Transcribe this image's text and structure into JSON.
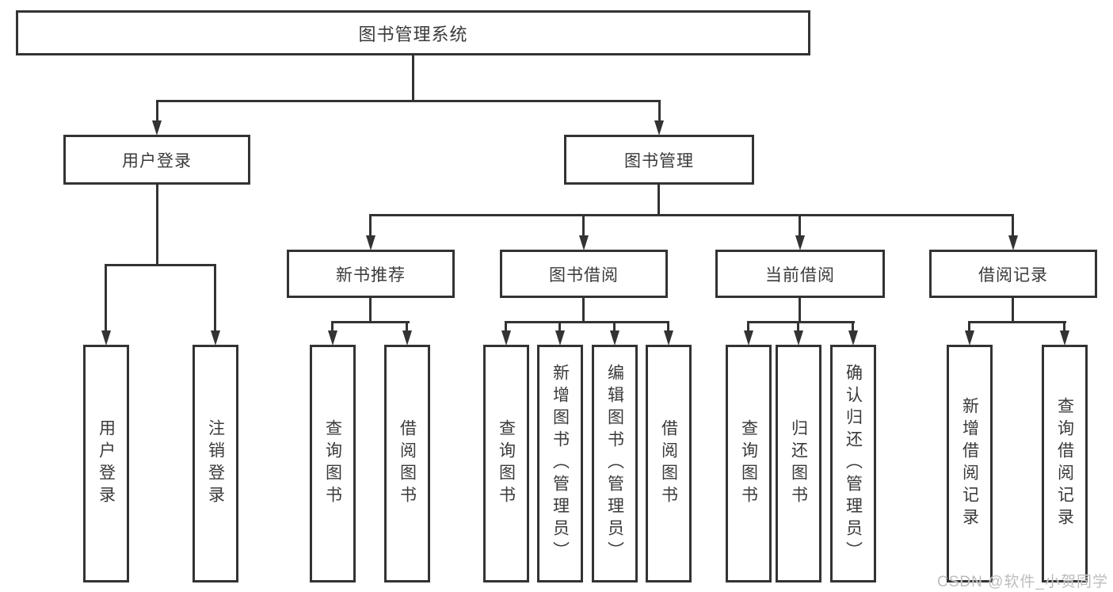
{
  "diagram": {
    "root": "图书管理系统",
    "level2": {
      "user_login": "用户登录",
      "book_management": "图书管理"
    },
    "level3": {
      "new_book_recommend": "新书推荐",
      "book_borrow": "图书借阅",
      "current_borrow": "当前借阅",
      "borrow_records": "借阅记录"
    },
    "leaves": {
      "user_login": "用户登录",
      "logout": "注销登录",
      "query_books_1": "查询图书",
      "borrow_books_1": "借阅图书",
      "query_books_2": "查询图书",
      "add_books_admin": "新增图书（管理员）",
      "edit_books_admin": "编辑图书（管理员）",
      "borrow_books_2": "借阅图书",
      "query_books_3": "查询图书",
      "return_books": "归还图书",
      "confirm_return_admin": "确认归还（管理员）",
      "add_borrow_record": "新增借阅记录",
      "query_borrow_record": "查询借阅记录"
    },
    "watermark": "CSDN @软件_小贺同学"
  },
  "colors": {
    "line": "#333333",
    "text": "#3a3a3a",
    "watermark": "#bdbdbd",
    "background": "#ffffff"
  }
}
